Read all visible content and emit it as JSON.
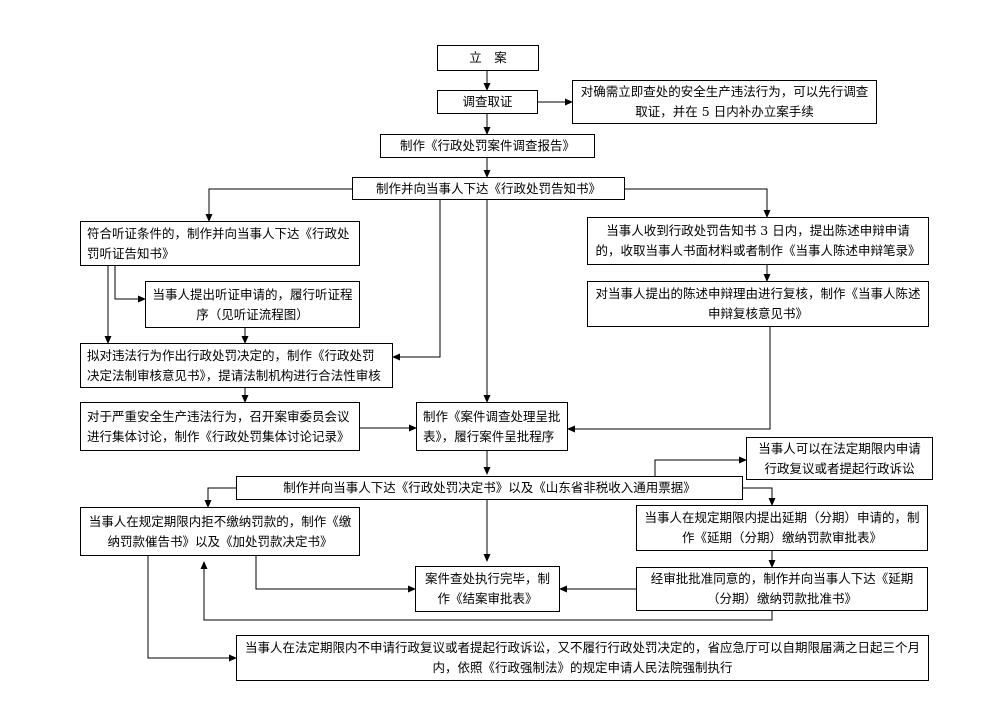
{
  "nodes": {
    "lian": "立　案",
    "diaocha": "调查取证",
    "diaocha_note": "对确需立即查处的安全生产违法行为，可以先行调查取证，并在 5 日内补办立案手续",
    "baogao": "制作《行政处罚案件调查报告》",
    "gaozhi": "制作并向当事人下达《行政处罚告知书》",
    "tingzheng": "符合听证条件的，制作并向当事人下达《行政处罚听证告知书》",
    "tingzheng_apply": "当事人提出听证申请的，履行听证程序（见听证流程图）",
    "chenshu": "当事人收到行政处罚告知书 3 日内，提出陈述申辩申请的，收取当事人书面材料或者制作《当事人陈述申辩笔录》",
    "fuhe": "对当事人提出的陈述申辩理由进行复核，制作《当事人陈述申辩复核意见书》",
    "ni_jueding": "拟对违法行为作出行政处罚决定的，制作《行政处罚决定法制审核意见书》，提请法制机构进行合法性审核",
    "jiti": "对于严重安全生产违法行为，召开案审委员会议进行集体讨论，制作《行政处罚集体讨论记录》",
    "chengpi": "制作《案件调查处理呈批表》，履行案件呈批程序",
    "fuyi": "当事人可以在法定期限内申请行政复议或者提起行政诉讼",
    "jueding": "制作并向当事人下达《行政处罚决定书》以及《山东省非税收入通用票据》",
    "jujiao": "当事人在规定期限内拒不缴纳罚款的，制作《缴纳罚款催告书》以及《加处罚款决定书》",
    "yanqi": "当事人在规定期限内提出延期（分期）申请的，制作《延期（分期）缴纳罚款审批表》",
    "jiean": "案件查处执行完毕，制作《结案审批表》",
    "pizhun": "经审批批准同意的，制作并向当事人下达《延期（分期）缴纳罚款批准书》",
    "qiangzhi": "当事人在法定期限内不申请行政复议或者提起行政诉讼，又不履行行政处罚决定的，省应急厅可以自期限届满之日起三个月内，依照《行政强制法》的规定申请人民法院强制执行"
  }
}
